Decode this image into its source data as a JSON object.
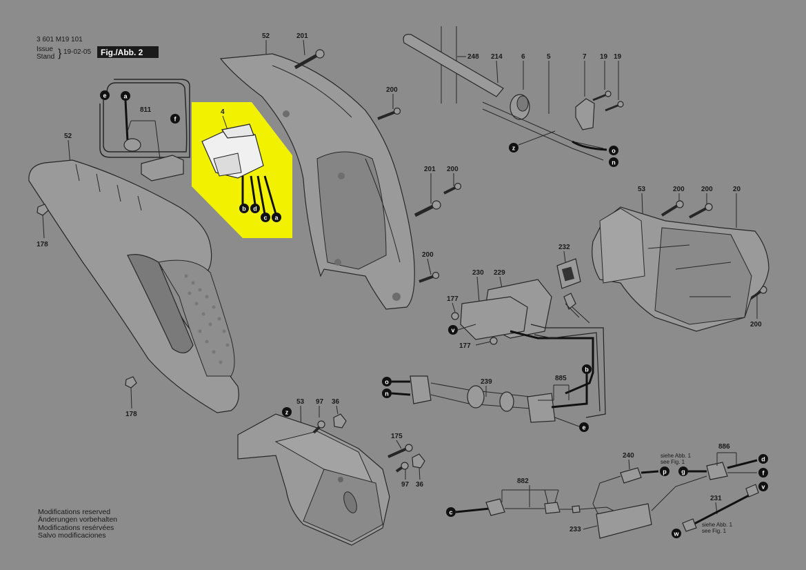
{
  "header": {
    "number": "3 601 M19 101",
    "issue_label": "Issue",
    "stand_label": "Stand",
    "date": "19-02-05",
    "figure": "Fig./Abb. 2"
  },
  "footer": {
    "lines": [
      "Modifications reserved",
      "Änderungen vorbehalten",
      "Modifications resérvées",
      "Salvo modificaciones"
    ]
  },
  "parts": {
    "p4": "4",
    "p52a": "52",
    "p52b": "52",
    "p201a": "201",
    "p201b": "201",
    "p200a": "200",
    "p200b": "200",
    "p200c": "200",
    "p200d": "200",
    "p200e": "200",
    "p200f": "200",
    "p178a": "178",
    "p178b": "178",
    "p811": "811",
    "p248": "248",
    "p214": "214",
    "p6": "6",
    "p5": "5",
    "p7": "7",
    "p19a": "19",
    "p19b": "19",
    "p53a": "53",
    "p53b": "53",
    "p20": "20",
    "p232": "232",
    "p230": "230",
    "p229": "229",
    "p177a": "177",
    "p177b": "177",
    "p239": "239",
    "p885": "885",
    "p97a": "97",
    "p97b": "97",
    "p36a": "36",
    "p36b": "36",
    "p175": "175",
    "p240": "240",
    "p886": "886",
    "p882": "882",
    "p231": "231",
    "p233": "233"
  },
  "callouts": {
    "e1": "e",
    "a1": "a",
    "f1": "f",
    "b1": "b",
    "d1": "d",
    "c1": "c",
    "a2": "a",
    "z1": "z",
    "o1": "o",
    "n1": "n",
    "v1": "v",
    "b2": "b",
    "o2": "o",
    "n2": "n",
    "e2": "e",
    "z2": "z",
    "p1": "p",
    "g1": "g",
    "d2": "d",
    "f2": "f",
    "c2": "c",
    "v2": "v",
    "w1": "w"
  },
  "refs": {
    "r1a": "siehe Abb. 1",
    "r1b": "see Fig. 1",
    "r2a": "siehe Abb. 1",
    "r2b": "see Fig. 1"
  },
  "colors": {
    "highlight": "#f2f200",
    "background": "#8c8c8c",
    "line": "#262626"
  }
}
